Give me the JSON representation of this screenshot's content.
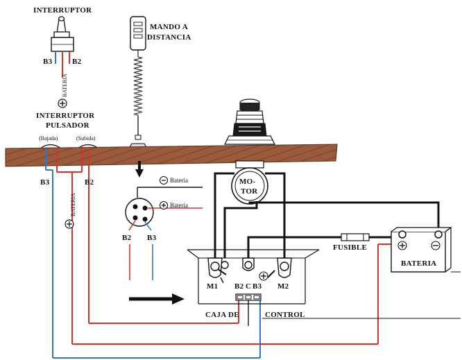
{
  "labels": {
    "interruptor": "INTERRUPTOR",
    "mando_line1": "MANDO A",
    "mando_line2": "DISTANCIA",
    "interruptor_pulsador_line1": "INTERRUPTOR",
    "interruptor_pulsador_line2": "PULSADOR",
    "bajada": "(Bajada)",
    "subida": "(Subida)",
    "b3": "B3",
    "b2": "B2",
    "bateria_vertical": "BATERIA",
    "plus": "+",
    "minus": "−",
    "minus_bateria": "Bateria",
    "plus_bateria": "Bateria",
    "motor_line1": "MO-",
    "motor_line2": "TOR",
    "fusible": "FUSIBLE",
    "bateria": "BATERIA",
    "m1": "M1",
    "m2": "M2",
    "c": "C",
    "caja_de": "CAJA DE",
    "control": "CONTROL"
  },
  "colors": {
    "red_wire": "#d8322a",
    "blue_wire": "#2a7ac8",
    "black_wire": "#111111",
    "deck": "#9a5a3c",
    "deck_hatch": "#6e3a24"
  }
}
